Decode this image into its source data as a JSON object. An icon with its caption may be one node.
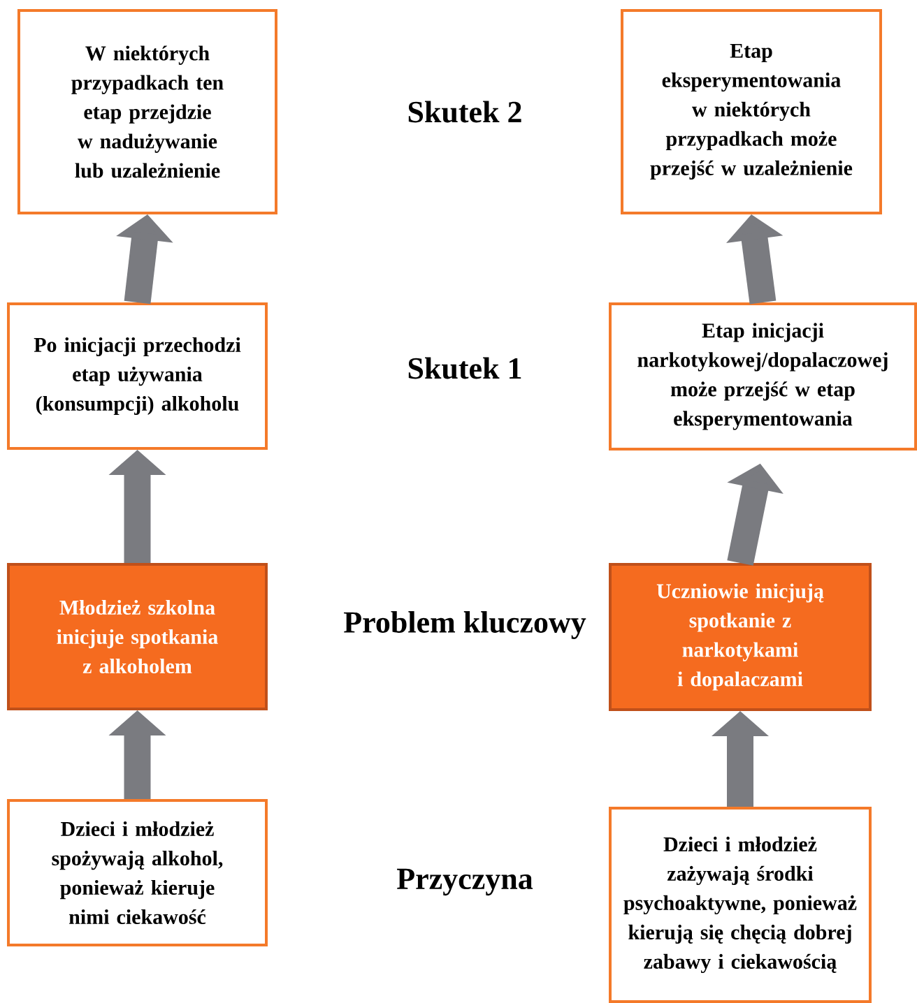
{
  "diagram": {
    "nodes": [
      {
        "text": [
          "W niektórych przypadkach ten etap przejdzie w nadużywanie lub uzależnienie"
        ]
      },
      {
        "text": [
          "Etap eksperymentowania w niektórych przypadkach może przejść w uzależnienie"
        ]
      },
      {
        "text": [
          "Po inicjacji przechodzi etap używania (konsumpcji) alkoholu"
        ]
      },
      {
        "text": [
          "Etap inicjacji narkotykowej/dopalaczowej może przejść w etap eksperymentowania"
        ]
      },
      {
        "text": [
          "Młodzież szkolna inicjuje spotkania z alkoholem"
        ]
      },
      {
        "text": [
          "Uczniowie inicjują spotkanie z narkotykami i dopalaczami"
        ]
      },
      {
        "text": [
          "Dzieci i młodzież spożywają alkohol, ponieważ kieruje nimi ciekawość"
        ]
      },
      {
        "text": [
          "Dzieci i młodzież zażywają środki psychoaktywne, ponieważ kierują się chęcią dobrej zabawy i ciekawością"
        ]
      }
    ],
    "edges": [
      {
        "from": 2,
        "to": 0,
        "arrow": "to"
      },
      {
        "from": 3,
        "to": 1,
        "arrow": "to"
      },
      {
        "from": 4,
        "to": 2,
        "arrow": "to"
      },
      {
        "from": 5,
        "to": 3,
        "arrow": "to"
      },
      {
        "from": 6,
        "to": 4,
        "arrow": "to"
      },
      {
        "from": 7,
        "to": 5,
        "arrow": "to"
      }
    ],
    "labels": [
      "Skutek 2",
      "Skutek 1",
      "Problem kluczowy",
      "Przyczyna"
    ]
  }
}
